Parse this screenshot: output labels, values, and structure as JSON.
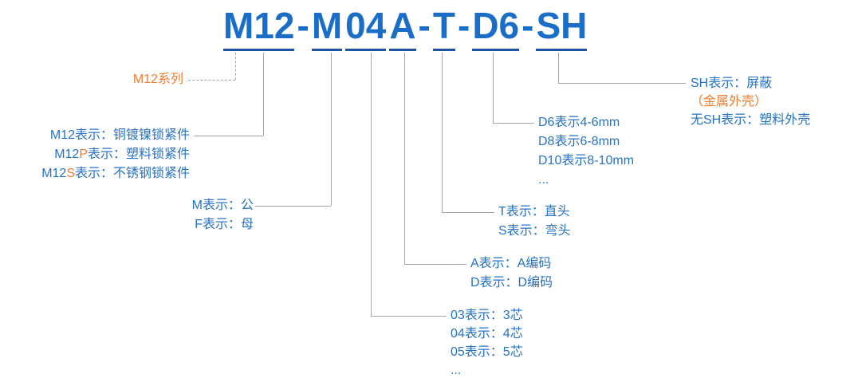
{
  "title": {
    "full": "M12-M04A-T-D6-SH",
    "segments": [
      {
        "text": "M12",
        "underline": true
      },
      {
        "text": "-",
        "underline": false
      },
      {
        "text": "M",
        "underline": true
      },
      {
        "text": "04",
        "underline": true
      },
      {
        "text": "A",
        "underline": true
      },
      {
        "text": "-",
        "underline": false
      },
      {
        "text": "T",
        "underline": true
      },
      {
        "text": "-",
        "underline": false
      },
      {
        "text": "D6",
        "underline": true
      },
      {
        "text": "-",
        "underline": false
      },
      {
        "text": "SH",
        "underline": true
      }
    ]
  },
  "labels": {
    "series": {
      "text": "M12系列"
    },
    "lock_type": {
      "line1": "M12表示：铜镀镍锁紧件",
      "line2_prefix": "M12",
      "line2_highlight": "P",
      "line2_suffix": "表示：塑料锁紧件",
      "line3_prefix": "M12",
      "line3_highlight": "S",
      "line3_suffix": "表示：不锈钢锁紧件"
    },
    "gender": {
      "line1": "M表示：公",
      "line2": "F表示：母"
    },
    "cores": {
      "lines": [
        "03表示：3芯",
        "04表示：4芯",
        "05表示：5芯",
        "..."
      ]
    },
    "coding": {
      "line1": "A表示：A编码",
      "line2": "D表示：D编码"
    },
    "head_style": {
      "line1": "T表示：直头",
      "line2": "S表示：弯头"
    },
    "cable_diameter": {
      "lines": [
        "D6表示4-6mm",
        "D8表示6-8mm",
        "D10表示8-10mm",
        "..."
      ]
    },
    "shielding": {
      "line1": "SH表示：屏蔽",
      "line2": "（金属外壳）",
      "line3": "无SH表示：塑料外壳"
    }
  },
  "colors": {
    "title_blue": "#1B6EC8",
    "text_blue": "#2673C4",
    "accent_orange": "#ED7D31",
    "underline_blue": "#2053A4",
    "connector_gray": "#A6A6A6",
    "background": "#FFFFFF"
  }
}
